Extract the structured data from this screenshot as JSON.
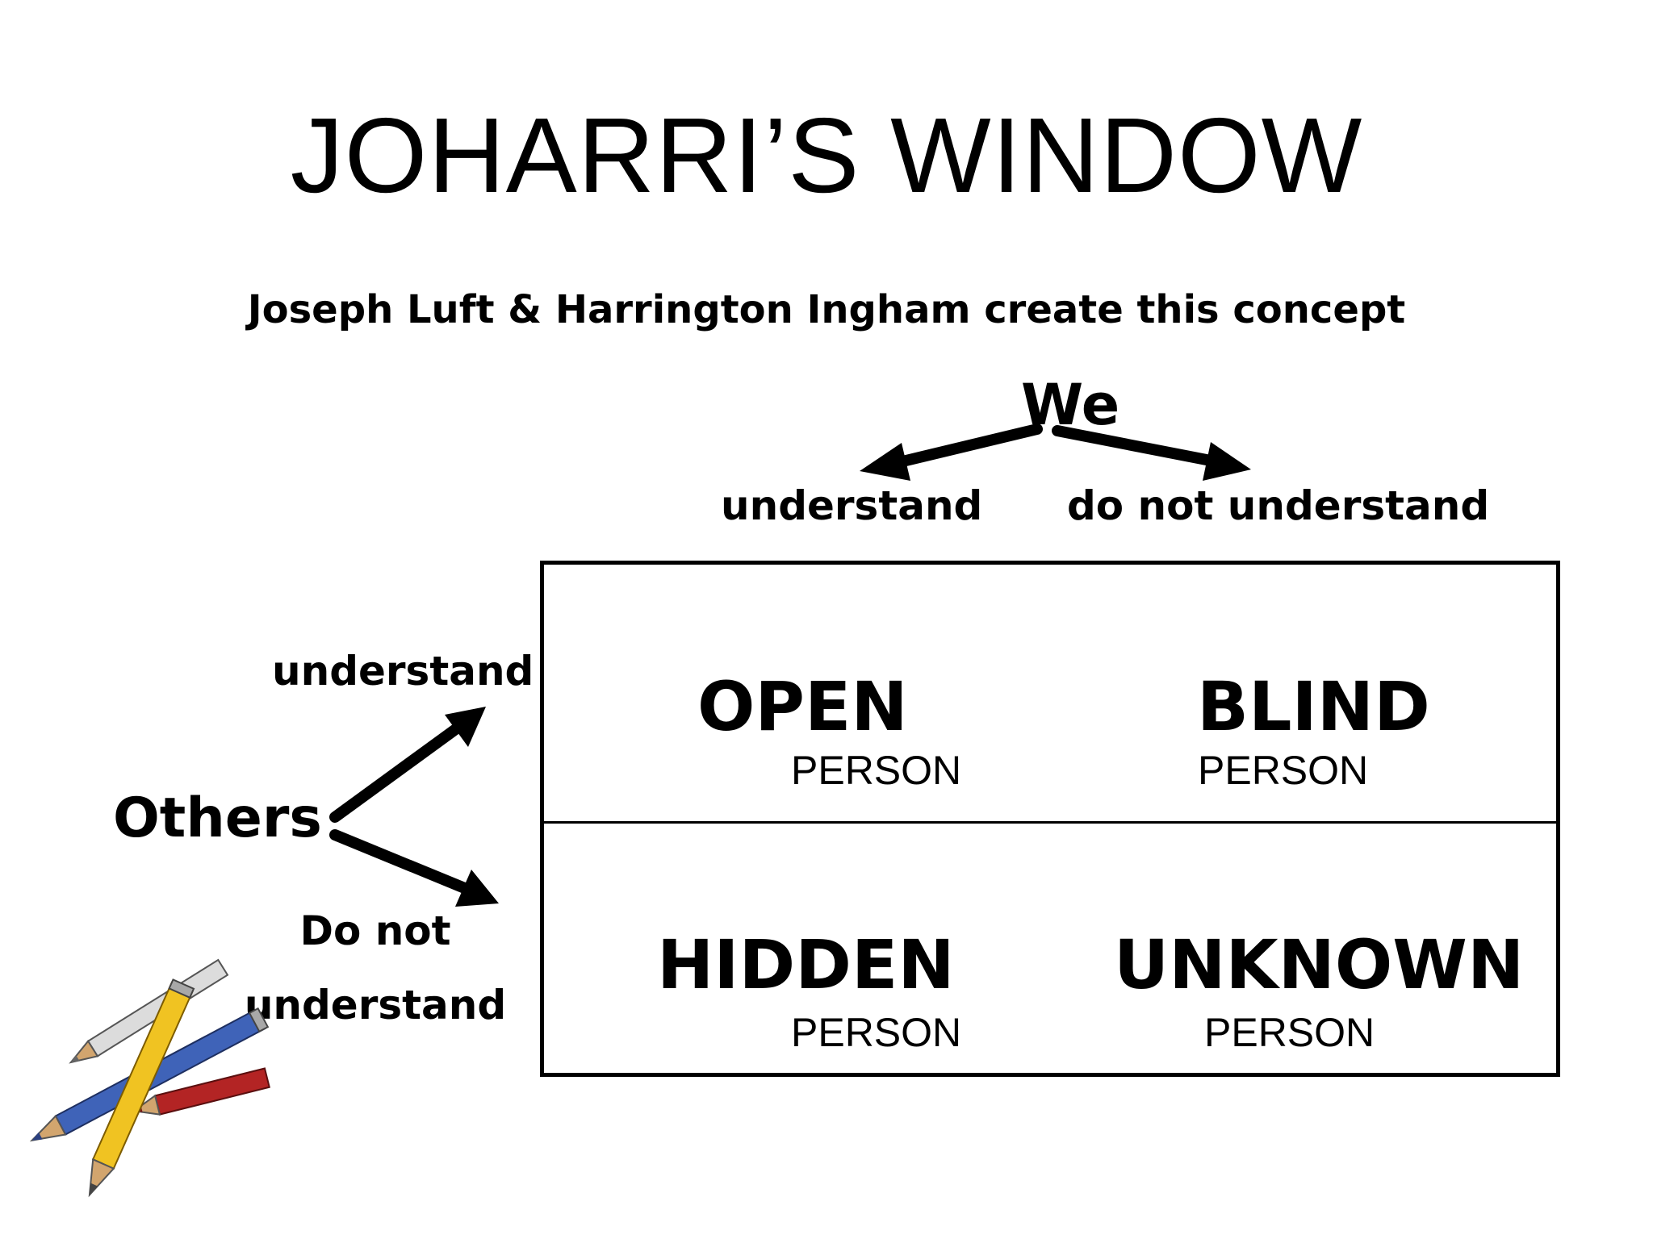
{
  "title": "JOHARRI’S WINDOW",
  "subtitle": "Joseph Luft & Harrington Ingham create this concept",
  "axes": {
    "we": "We",
    "we_left": "understand",
    "we_right": "do not understand",
    "others": "Others",
    "others_top": "understand",
    "others_bottom": "Do not understand"
  },
  "quadrants": [
    {
      "name": "OPEN",
      "sub": "PERSON"
    },
    {
      "name": "BLIND",
      "sub": "PERSON"
    },
    {
      "name": "HIDDEN",
      "sub": "PERSON"
    },
    {
      "name": "UNKNOWN",
      "sub": "PERSON"
    }
  ],
  "icons": {
    "decoration": "pencils-icon"
  },
  "colors": {
    "text": "#000000",
    "background": "#ffffff"
  }
}
